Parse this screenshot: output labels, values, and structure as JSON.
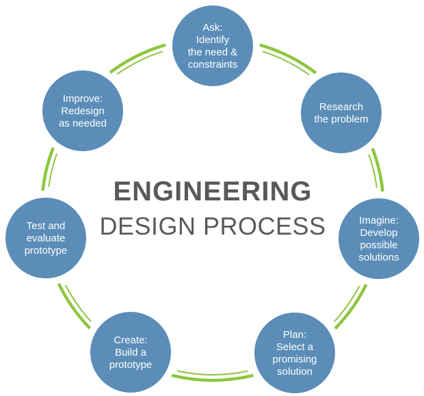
{
  "title": {
    "line1": "ENGINEERING",
    "line2": "DESIGN PROCESS"
  },
  "colors": {
    "node_fill": "#5b8db8",
    "ring": "#8cc63f",
    "title_text": "#58595b",
    "node_text": "#ffffff"
  },
  "steps": [
    {
      "id": "ask",
      "lines": [
        "Ask:",
        "Identify",
        "the need &",
        "constraints"
      ]
    },
    {
      "id": "research",
      "lines": [
        "Research",
        "the problem"
      ]
    },
    {
      "id": "imagine",
      "lines": [
        "Imagine:",
        "Develop",
        "possible",
        "solutions"
      ]
    },
    {
      "id": "plan",
      "lines": [
        "Plan:",
        "Select a",
        "promising",
        "solution"
      ]
    },
    {
      "id": "create",
      "lines": [
        "Create:",
        "Build a",
        "prototype"
      ]
    },
    {
      "id": "test",
      "lines": [
        "Test and",
        "evaluate",
        "prototype"
      ]
    },
    {
      "id": "improve",
      "lines": [
        "Improve:",
        "Redesign",
        "as needed"
      ]
    }
  ]
}
